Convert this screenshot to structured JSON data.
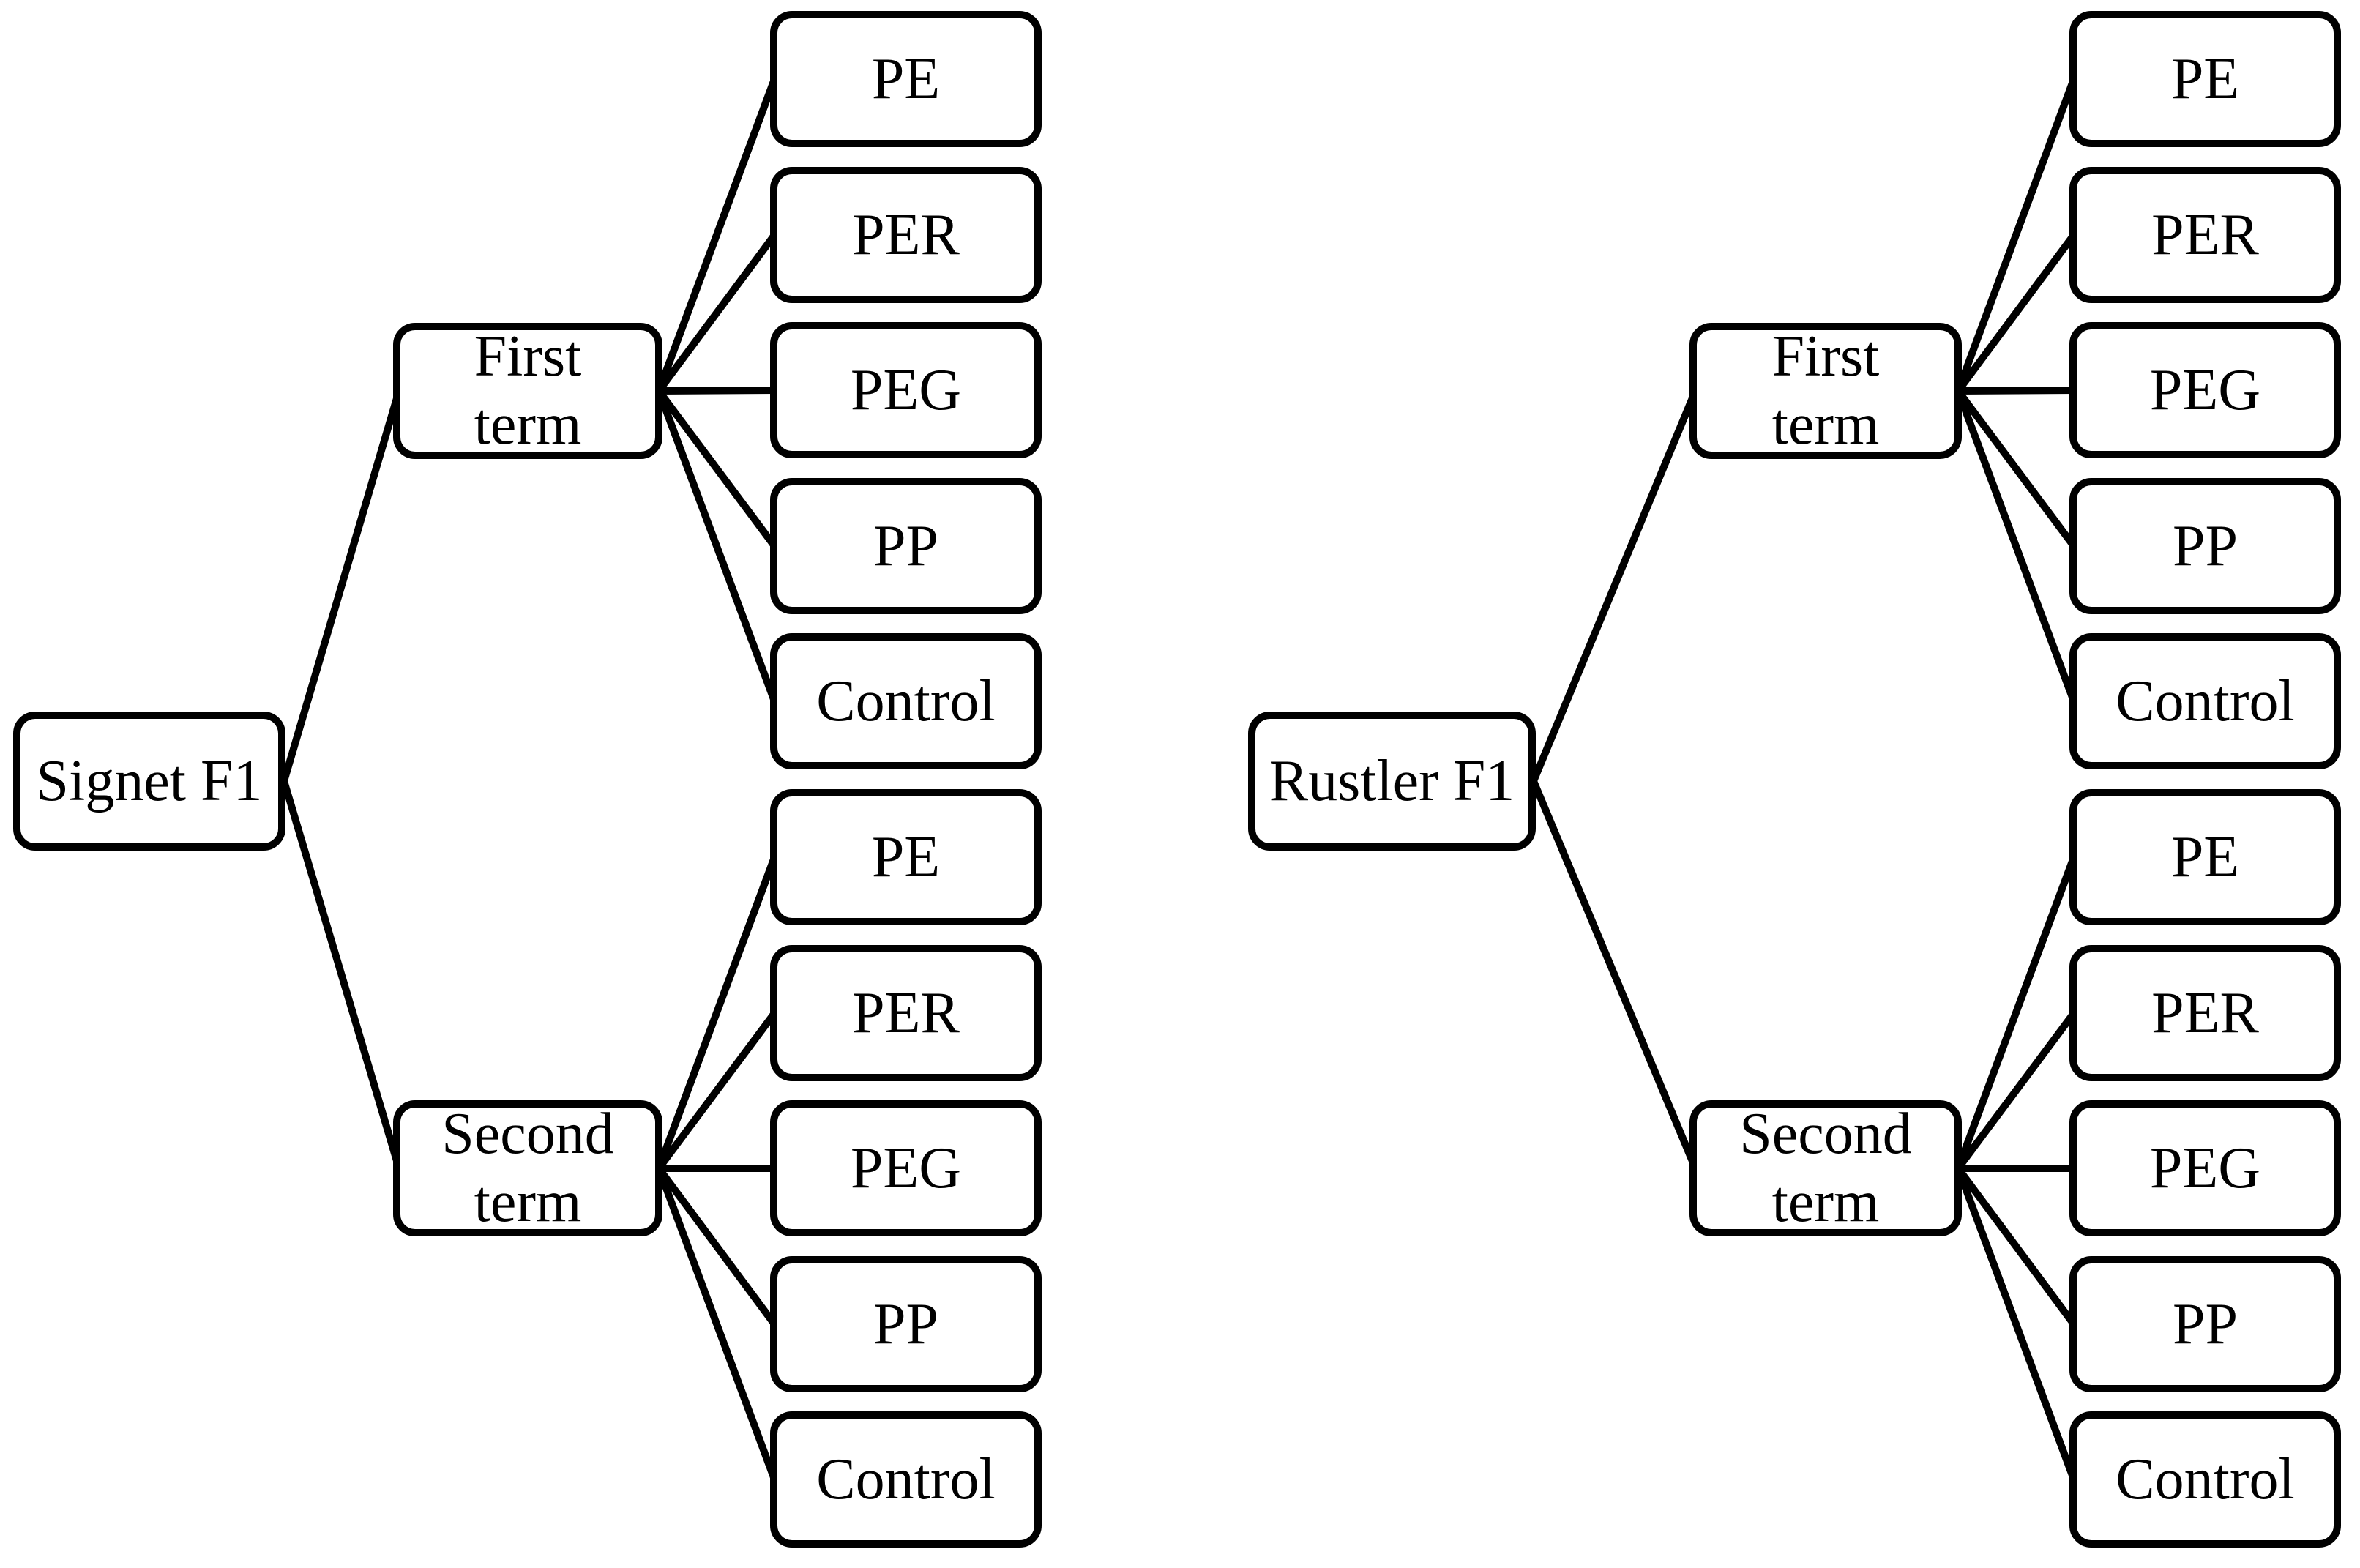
{
  "figure": {
    "type": "experimental-design-tree",
    "colors": {
      "background": "#ffffff",
      "box_fill": "#ffffff",
      "box_border": "#000000",
      "line": "#000000",
      "text": "#000000"
    },
    "trees": [
      {
        "root": "Signet F1",
        "branches": [
          {
            "lines": [
              "First",
              "term"
            ],
            "treatments": [
              "PE",
              "PER",
              "PEG",
              "PP",
              "Control"
            ]
          },
          {
            "lines": [
              "Second",
              "term"
            ],
            "treatments": [
              "PE",
              "PER",
              "PEG",
              "PP",
              "Control"
            ]
          }
        ]
      },
      {
        "root": "Rustler F1",
        "branches": [
          {
            "lines": [
              "First",
              "term"
            ],
            "treatments": [
              "PE",
              "PER",
              "PEG",
              "PP",
              "Control"
            ]
          },
          {
            "lines": [
              "Second",
              "term"
            ],
            "treatments": [
              "PE",
              "PER",
              "PEG",
              "PP",
              "Control"
            ]
          }
        ]
      }
    ]
  }
}
